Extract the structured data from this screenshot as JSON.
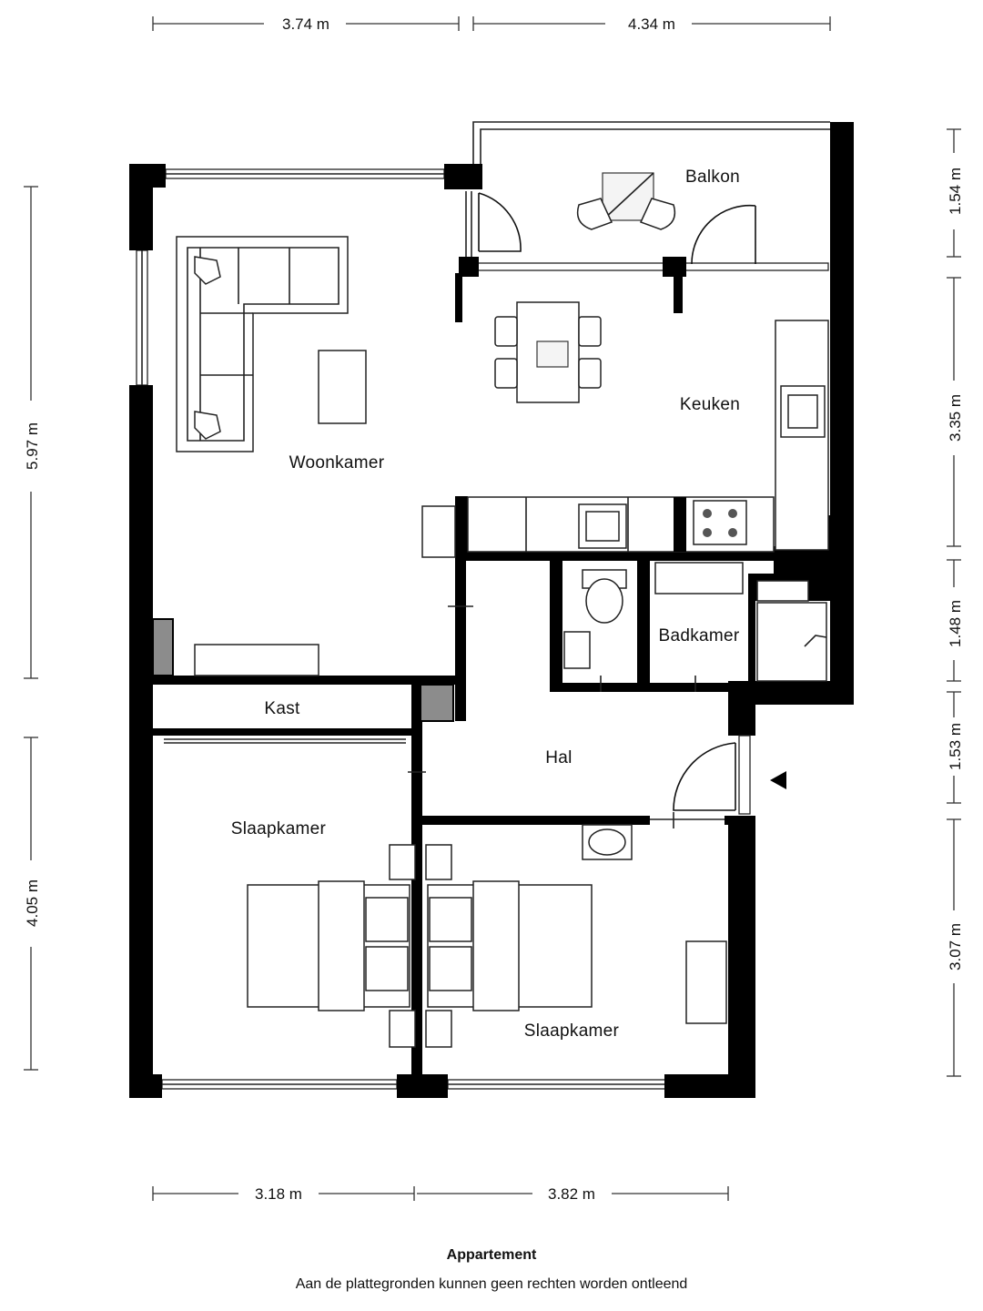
{
  "rooms": {
    "balkon": "Balkon",
    "keuken": "Keuken",
    "woonkamer": "Woonkamer",
    "badkamer": "Badkamer",
    "kast": "Kast",
    "hal": "Hal",
    "slaapkamer_left": "Slaapkamer",
    "slaapkamer_right": "Slaapkamer"
  },
  "dimensions": {
    "top_left": "3.74 m",
    "top_right": "4.34 m",
    "bottom_left": "3.18 m",
    "bottom_right": "3.82 m",
    "left_upper": "5.97 m",
    "left_lower": "4.05 m",
    "right_1": "1.54 m",
    "right_2": "3.35 m",
    "right_3": "1.48 m",
    "right_4": "1.53 m",
    "right_5": "3.07 m"
  },
  "caption": {
    "title": "Appartement",
    "note": "Aan de plattegronden kunnen geen rechten worden ontleend"
  }
}
